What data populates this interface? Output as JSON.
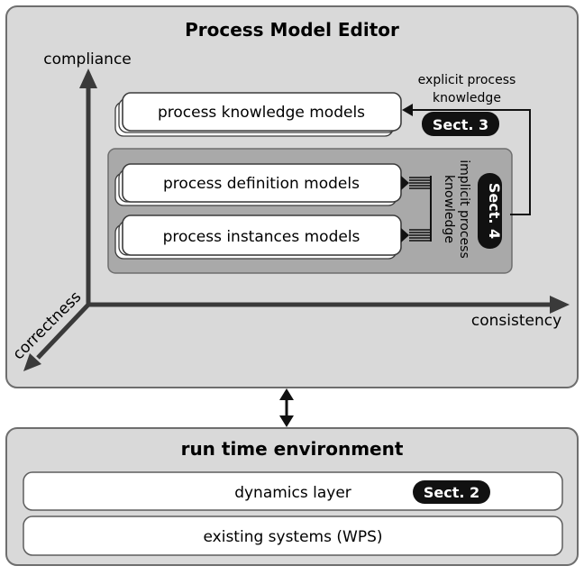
{
  "editor": {
    "title": "Process Model Editor",
    "axes": {
      "y_label": "compliance",
      "x_label": "consistency",
      "z_label": "correctness"
    },
    "models": {
      "knowledge": "process knowledge models",
      "definition": "process definition models",
      "instances": "process instances models"
    },
    "explicit_label_line1": "explicit process",
    "explicit_label_line2": "knowledge",
    "implicit_label_line1": "implicit process",
    "implicit_label_line2": "knowledge",
    "sect3": "Sect. 3",
    "sect4": "Sect. 4"
  },
  "runtime": {
    "title": "run time environment",
    "dynamics_layer": "dynamics layer",
    "sect2": "Sect. 2",
    "existing_systems": "existing systems (WPS)"
  }
}
